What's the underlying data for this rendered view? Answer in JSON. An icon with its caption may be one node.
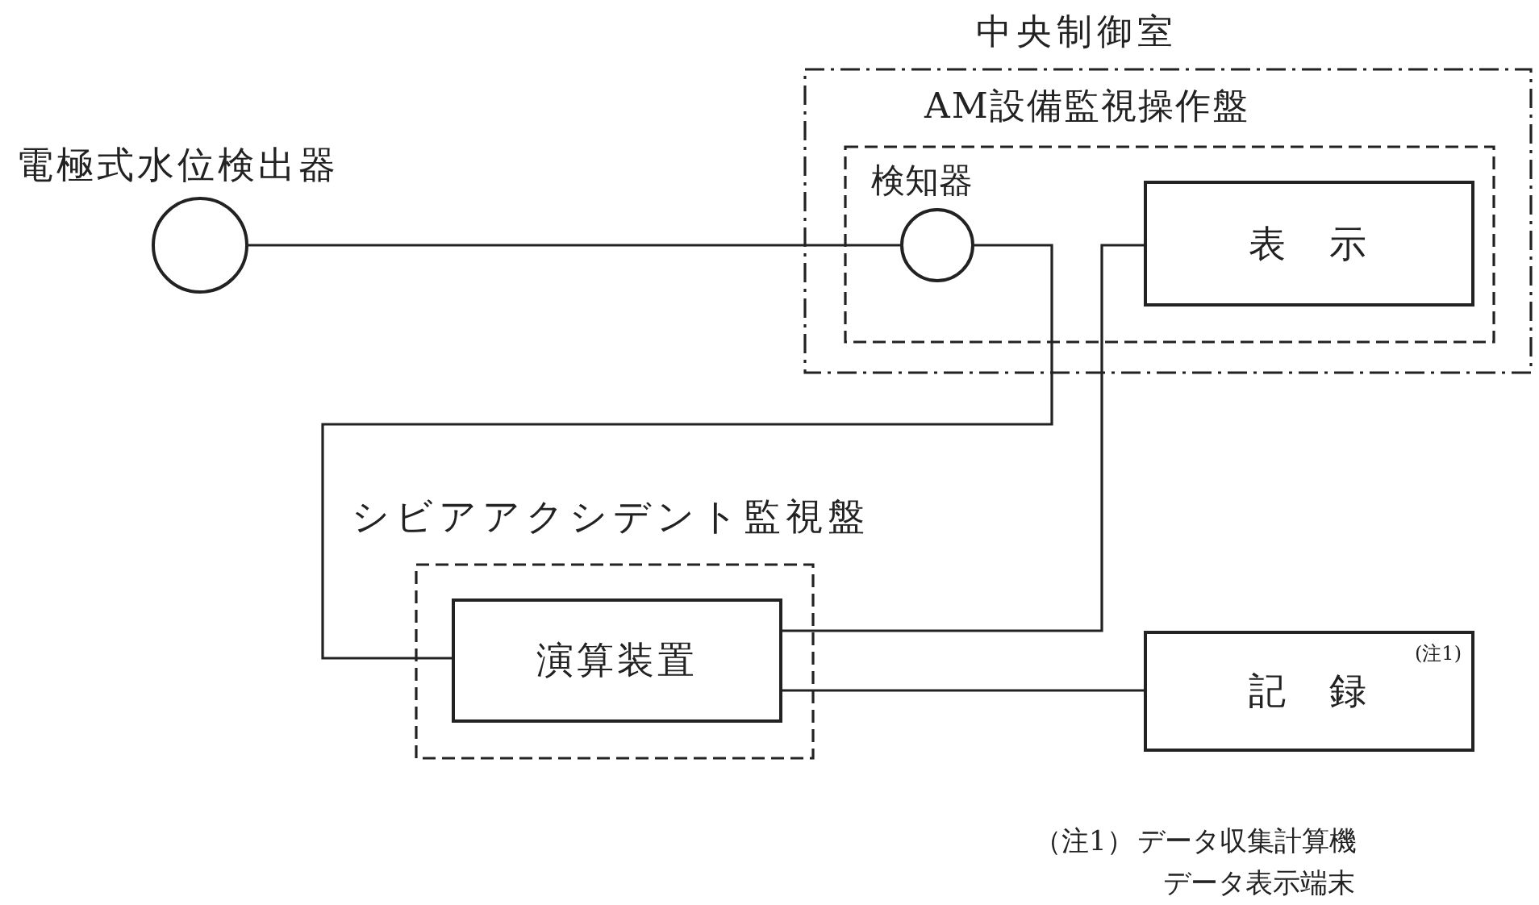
{
  "diagram": {
    "nodes": [
      {
        "text": [
          "中央制御室"
        ]
      },
      {
        "text": [
          "AM設備監視操作盤"
        ],
        "in": 0
      },
      {
        "text": [
          "検知器"
        ],
        "in": 1
      },
      {
        "text": [
          "表　示"
        ],
        "in": 1
      },
      {
        "text": [
          "電極式水位検出器"
        ]
      },
      {
        "text": [
          "シビアアクシデント監視盤"
        ]
      },
      {
        "text": [
          "演算装置"
        ],
        "in": 5
      },
      {
        "text": [
          "記　録",
          "(注1)"
        ]
      }
    ],
    "edges": [
      {
        "from": 4,
        "to": 2,
        "arrow": "none"
      },
      {
        "from": 2,
        "to": 6,
        "arrow": "none"
      },
      {
        "from": 6,
        "to": 3,
        "arrow": "none"
      },
      {
        "from": 6,
        "to": 7,
        "arrow": "none"
      }
    ],
    "labels": [
      "（注1）",
      "データ収集計算機",
      "データ表示端末"
    ]
  }
}
